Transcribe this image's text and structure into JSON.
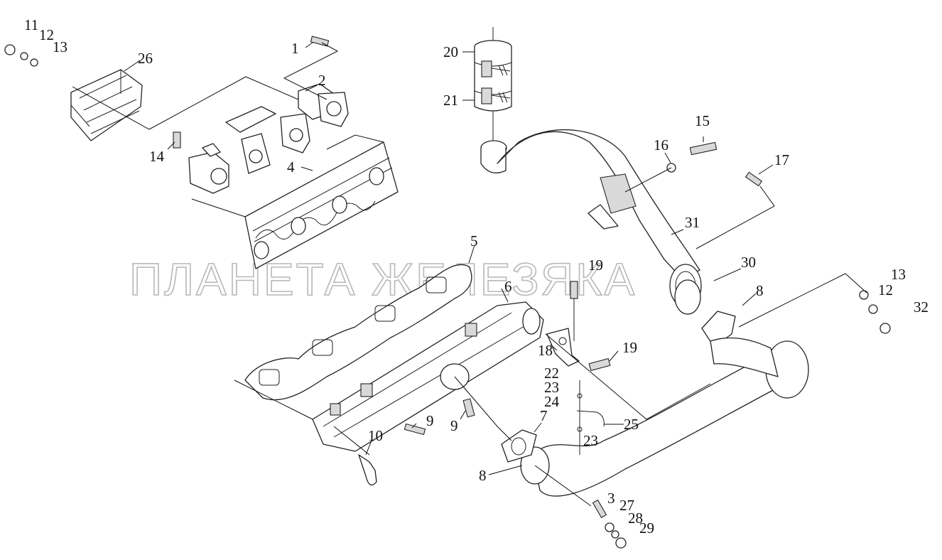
{
  "watermark": "ПЛАНЕТА ЖЕЛЕЗЯКА",
  "callouts": {
    "c1": "1",
    "c2": "2",
    "c3": "3",
    "c4": "4",
    "c5": "5",
    "c6": "6",
    "c7": "7",
    "c8a": "8",
    "c8b": "8",
    "c9a": "9",
    "c9b": "9",
    "c10": "10",
    "c11": "11",
    "c12a": "12",
    "c12b": "12",
    "c13a": "13",
    "c13b": "13",
    "c14": "14",
    "c15": "15",
    "c16": "16",
    "c17": "17",
    "c18": "18",
    "c19a": "19",
    "c19b": "19",
    "c20": "20",
    "c21": "21",
    "c22": "22",
    "c23a": "23",
    "c23b": "23",
    "c24": "24",
    "c25": "25",
    "c26": "26",
    "c27": "27",
    "c28": "28",
    "c29": "29",
    "c30": "30",
    "c31": "31",
    "c32": "32"
  }
}
